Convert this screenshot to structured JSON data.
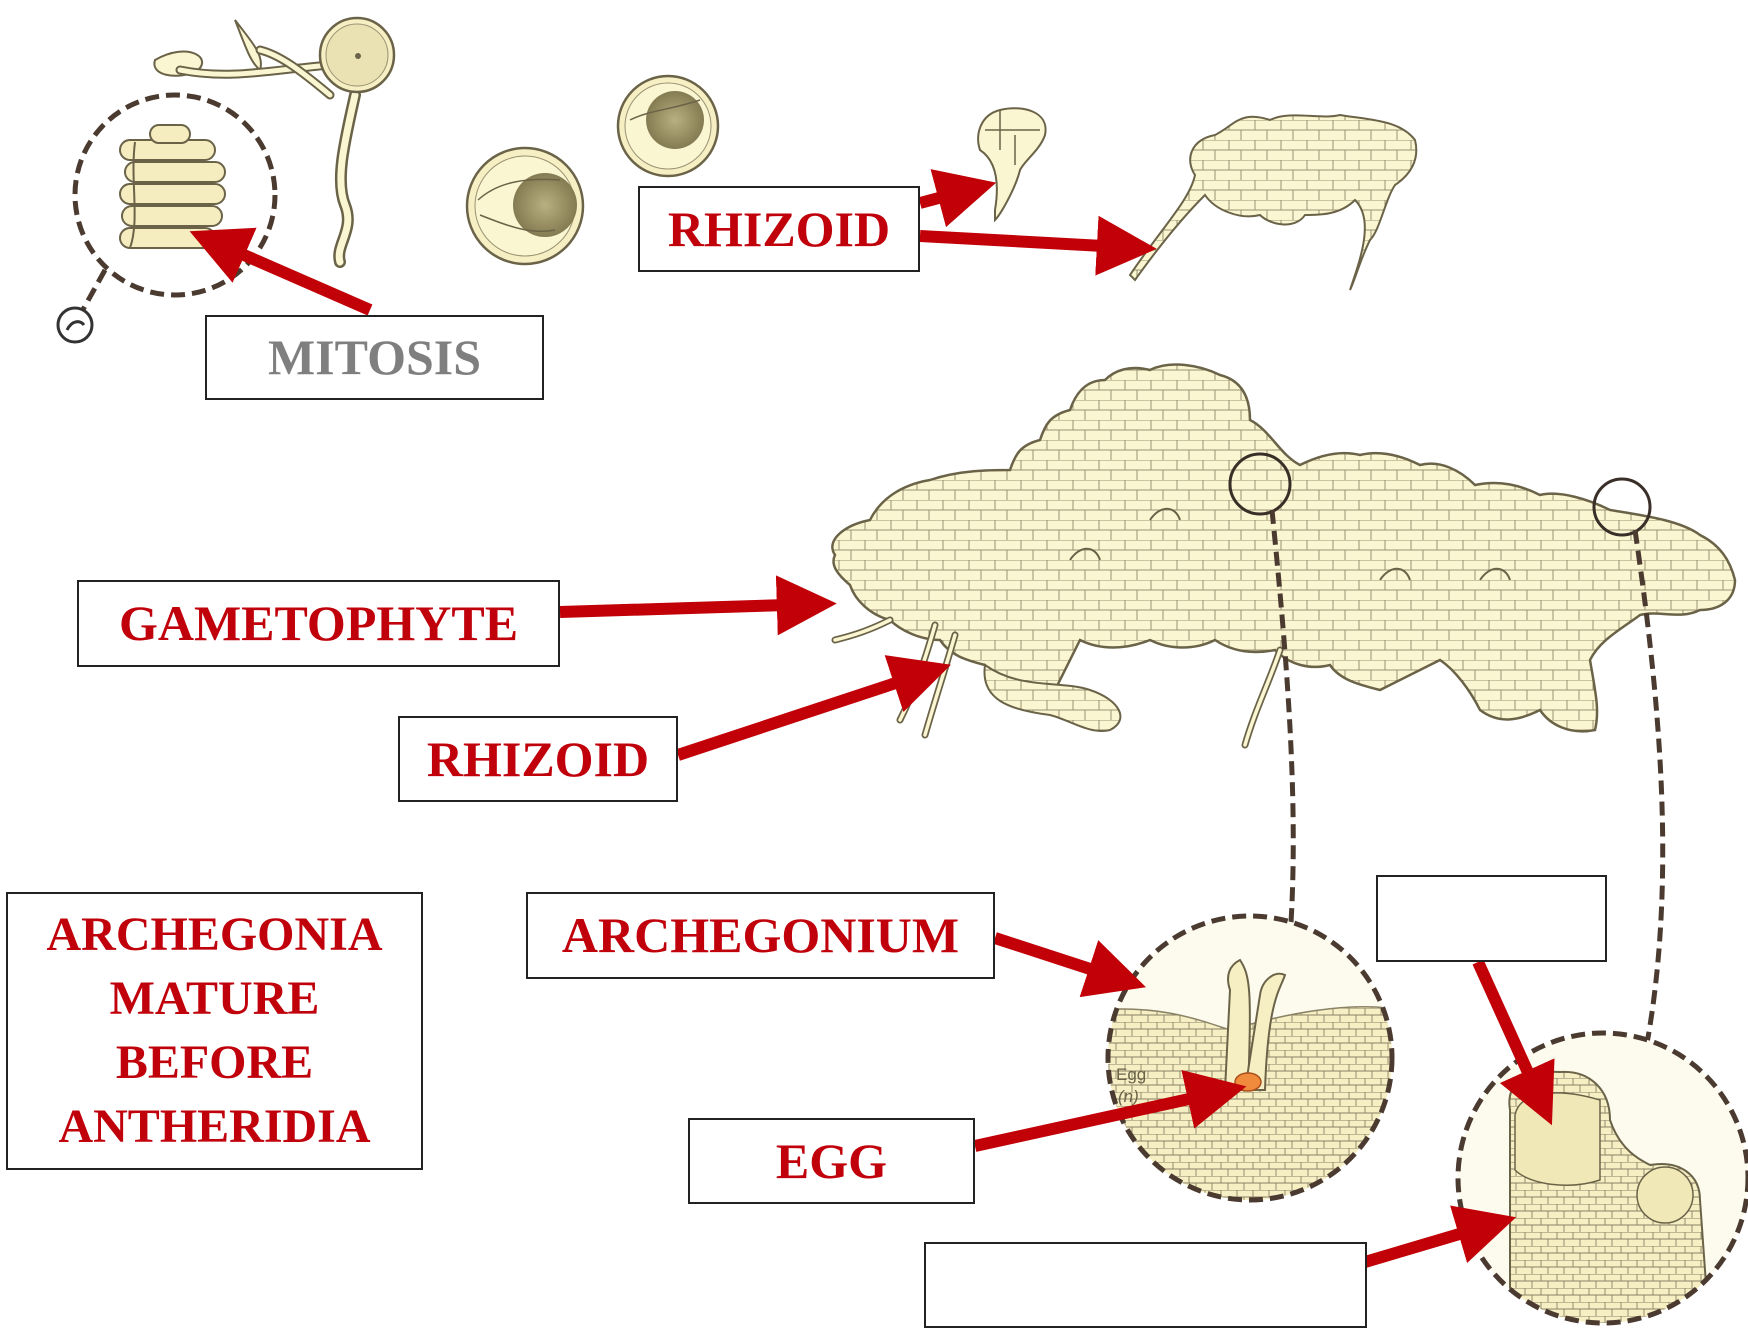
{
  "colors": {
    "label_red": "#c0000a",
    "label_gray": "#7f7f7f",
    "arrow_red": "#c20008",
    "tissue_fill": "#fbf6d2",
    "cell_line": "#8a8265",
    "dashed_ring": "#4a3a30",
    "egg_orange": "#f08a3c"
  },
  "labels": {
    "mitosis": "MITOSIS",
    "rhizoid_top": "RHIZOID",
    "gametophyte": "GAMETOPHYTE",
    "rhizoid_mid": "RHIZOID",
    "archegonium": "ARCHEGONIUM",
    "egg": "EGG",
    "blank_top": "",
    "blank_bottom": ""
  },
  "note": {
    "line1": "ARCHEGONIA",
    "line2": "MATURE",
    "line3": "BEFORE",
    "line4": "ANTHERIDIA"
  },
  "inset_tiny_text": {
    "egg_label": "Egg",
    "ploidy": "(n)"
  }
}
